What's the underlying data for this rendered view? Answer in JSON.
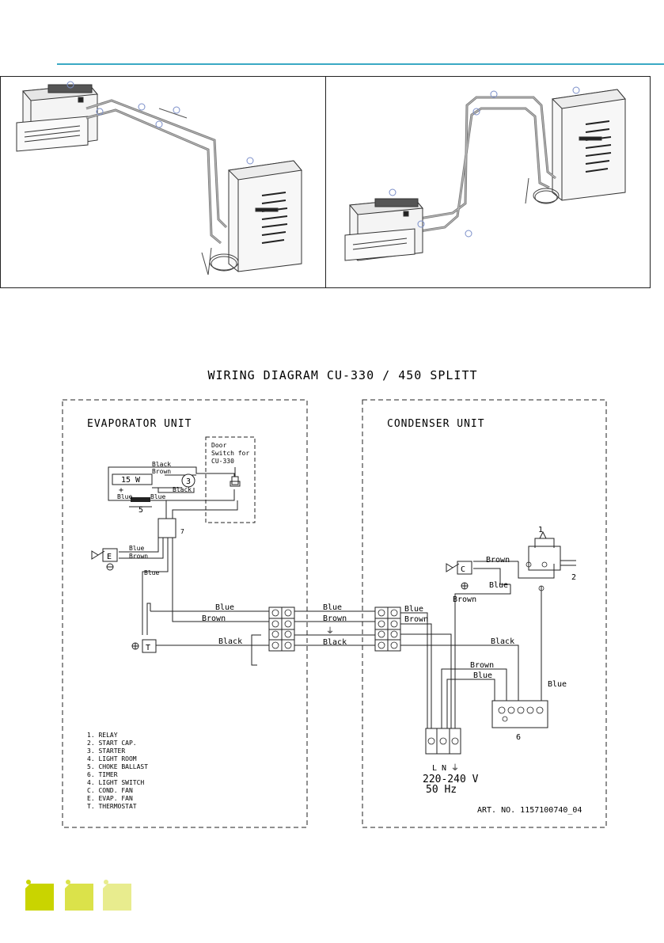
{
  "diagram": {
    "title": "WIRING DIAGRAM CU-330 / 450 SPLITT",
    "evaporator_title": "EVAPORATOR UNIT",
    "condenser_title": "CONDENSER UNIT",
    "door_switch": [
      "Door",
      "Switch for",
      "CU-330"
    ],
    "lamp": "15 W",
    "labels": {
      "black": "Black",
      "brown": "Brown",
      "blue": "Blue",
      "plus": "+",
      "num1": "1",
      "num2": "2",
      "num3": "3",
      "num5": "5",
      "num6": "6",
      "num7": "7",
      "fan_e": "E",
      "fan_c": "C",
      "thermostat": "T",
      "L": "L",
      "N": "N",
      "earth": "⏚"
    },
    "supply_voltage": "220-240 V",
    "supply_freq": "50 Hz",
    "art_no": "ART. NO. 1157100740_04",
    "legend": [
      "1. RELAY",
      "2. START CAP.",
      "3. STARTER",
      "4. LIGHT ROOM",
      "5. CHOKE BALLAST",
      "6. TIMER",
      "4. LIGHT SWITCH",
      "C. COND. FAN",
      "E. EVAP. FAN",
      "T. THERMOSTAT"
    ]
  },
  "photos": {
    "left_callouts": [
      "①",
      "②",
      "③",
      "④",
      "⑤",
      "⑥"
    ],
    "right_callouts": [
      "①",
      "②",
      "③",
      "④",
      "⑤",
      "⑥"
    ]
  },
  "colors": {
    "accent": "#3aa9c4",
    "logo_green_dark": "#c9d400",
    "logo_green_mid": "#dbe24a",
    "logo_green_light": "#e8ec8e",
    "callout_blue": "#7a8ec9"
  }
}
